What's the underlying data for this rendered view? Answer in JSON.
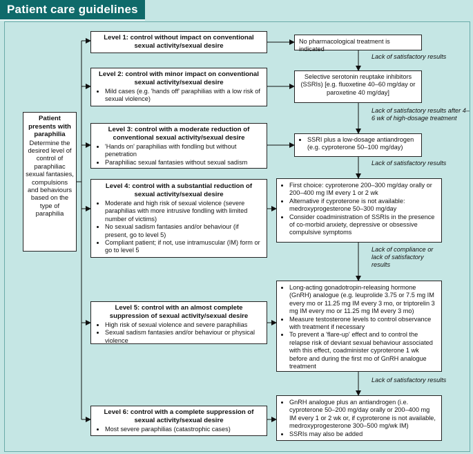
{
  "title": "Patient care guidelines",
  "patient": {
    "bold": "Patient presents with paraphilia",
    "text": "Determine the desired level of control of paraphiliac sexual fantasies, compulsions and behaviours based on the type of paraphilia"
  },
  "levels": [
    {
      "title": "Level 1: control without impact on conventional sexual activity/sexual desire",
      "bullets": []
    },
    {
      "title": "Level 2: control with minor impact on conventional sexual activity/sexual desire",
      "bullets": [
        "Mild cases (e.g. 'hands off' paraphilias with a low risk of sexual violence)"
      ]
    },
    {
      "title": "Level 3: control with a moderate reduction of conventional sexual activity/sexual desire",
      "bullets": [
        "'Hands on' paraphilias with fondling but without penetration",
        "Paraphiliac sexual fantasies without sexual sadism"
      ]
    },
    {
      "title": "Level 4: control with a substantial reduction of sexual activity/sexual desire",
      "bullets": [
        "Moderate and high risk of sexual violence (severe paraphilias with more intrusive fondling with limited number of victims)",
        "No sexual sadism fantasies and/or behaviour (if present, go to level 5)",
        "Compliant patient; if not, use intramuscular (IM) form or go to level 5"
      ]
    },
    {
      "title": "Level 5: control with an almost complete suppression of sexual activity/sexual desire",
      "bullets": [
        "High risk of sexual violence and severe paraphilias",
        "Sexual sadism fantasies and/or behaviour or physical violence"
      ]
    },
    {
      "title": "Level 6: control with a complete suppression of sexual activity/sexual desire",
      "bullets": [
        "Most severe paraphilias (catastrophic cases)"
      ]
    }
  ],
  "treatments": [
    {
      "text": "No pharmacological treatment is indicated",
      "bullets": []
    },
    {
      "text": "Selective serotonin reuptake inhibitors (SSRIs) [e.g. fluoxetine 40–60 mg/day or paroxetine 40 mg/day]",
      "bullets": []
    },
    {
      "text": "",
      "bullets": [
        "SSRI plus a low-dosage antiandrogen (e.g. cyproterone 50–100 mg/day)"
      ]
    },
    {
      "text": "",
      "bullets": [
        "First choice: cyproterone 200–300 mg/day orally or 200–400 mg IM every 1 or 2 wk",
        "Alternative if cyproterone is not available: medroxyprogesterone 50–300 mg/day",
        "Consider coadministration of SSRIs in the presence of co-morbid anxiety, depressive or obsessive compulsive symptoms"
      ]
    },
    {
      "text": "",
      "bullets": [
        "Long-acting gonadotropin-releasing hormone (GnRH) analogue (e.g. leuprolide 3.75 or 7.5 mg IM every mo or 11.25 mg IM every 3 mo, or triptorelin 3 mg IM every mo or 11.25 mg IM every 3 mo)",
        "Measure testosterone levels to control observance with treatment if necessary",
        "To prevent a 'flare-up' effect and to control the relapse risk of deviant sexual behaviour associated with this effect, coadminister cyproterone 1 wk before and during the first mo of GnRH analogue treatment"
      ]
    },
    {
      "text": "",
      "bullets": [
        "GnRH analogue plus an antiandrogen (i.e. cyproterone 50–200 mg/day orally or 200–400 mg IM every 1 or 2 wk or, if cyproterone is not available, medroxyprogesterone 300–500 mg/wk IM)",
        "SSRIs may also be added"
      ]
    }
  ],
  "transitions": [
    "Lack of satisfactory results",
    "Lack of satisfactory results after 4–6 wk of high-dosage treatment",
    "Lack of satisfactory results",
    "Lack of compliance or lack of satisfactory results",
    "Lack of satisfactory results"
  ]
}
